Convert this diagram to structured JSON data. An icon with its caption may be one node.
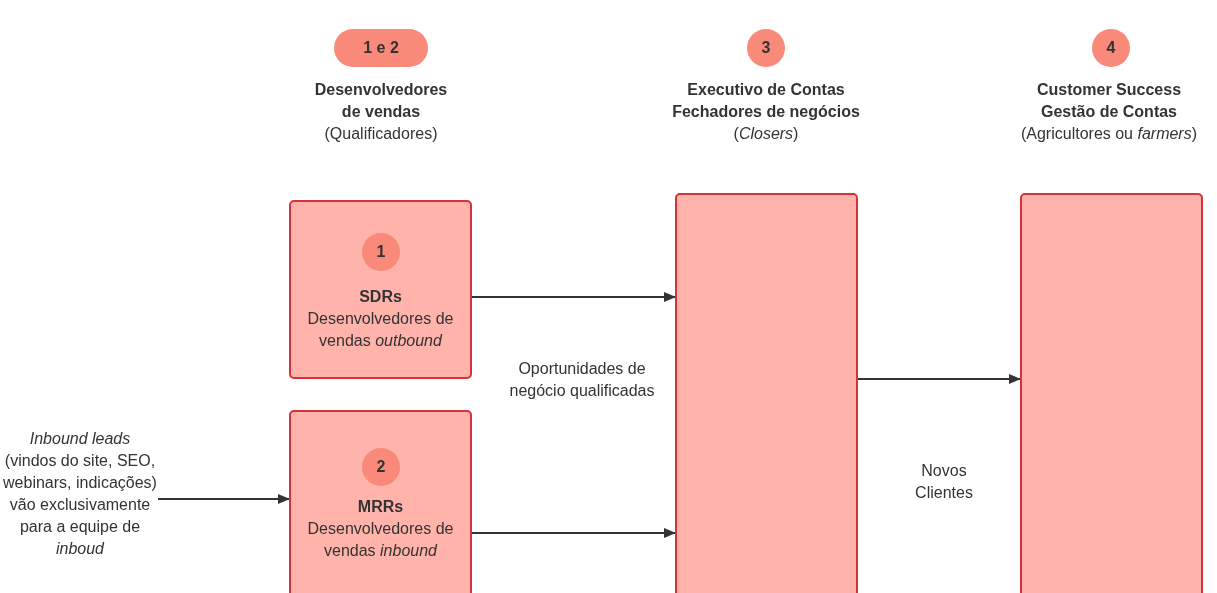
{
  "diagram": {
    "nodes": [
      {
        "text": [
          "1 e 2"
        ],
        "beside": [
          "Desenvolvedores de vendas",
          "(Qualificadores)"
        ]
      },
      {
        "text": [
          "3"
        ],
        "beside": [
          "Executivo de Contas Fechadores de negócios",
          "(*Closers*)"
        ]
      },
      {
        "text": [
          "4"
        ],
        "beside": [
          "Customer Success Gestão de Contas",
          "(Agricultores ou *farmers*)"
        ]
      },
      {
        "text": [
          "SDRs",
          "Desenvolvedores de vendas *outbound*"
        ]
      },
      {
        "text": [
          "1"
        ],
        "in": 3
      },
      {
        "text": [
          "MRRs",
          "Desenvolvedores de vendas *inbound*"
        ]
      },
      {
        "text": [
          "2"
        ],
        "in": 5
      },
      {
        "text": [],
        "shape": "box"
      },
      {
        "text": [],
        "shape": "box"
      },
      {
        "text": [
          "*Inbound leads* (vindos do site, SEO, webinars, indicações) vão exclusivamente para a equipe de *inboud*"
        ]
      }
    ],
    "edges": [
      {
        "from": 9,
        "to": 5,
        "arrow": "to"
      },
      {
        "from": 3,
        "to": 7,
        "arrow": "to"
      },
      {
        "from": 5,
        "to": 7,
        "arrow": "to"
      },
      {
        "from": 7,
        "to": 8,
        "arrow": "to"
      }
    ],
    "labels": [
      "Oportunidades de negócio qualificadas",
      "Novos Clientes"
    ]
  }
}
